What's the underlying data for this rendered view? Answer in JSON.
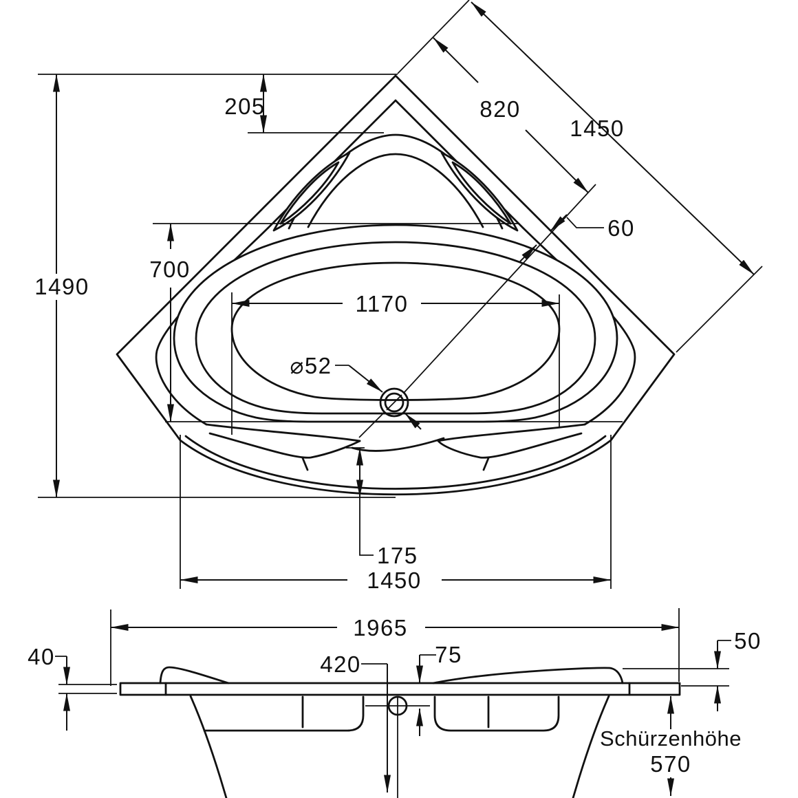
{
  "page": {
    "background": "#ffffff",
    "ink": "#111111",
    "kind": "technical dimensional drawing of corner bathtub (plan view and side elevation)"
  },
  "plan_view": {
    "dims": {
      "corner_to_backrest": "205",
      "corner_to_drain_axis": "820",
      "side_length_diagonal": "1450",
      "overall_depth": "1490",
      "basin_depth": "700",
      "basin_inner_width": "1170",
      "rim_width_diagonal": "60",
      "drain_diameter": "⌀52",
      "front_edge_offset": "175",
      "front_width": "1450"
    }
  },
  "side_view": {
    "dims": {
      "overall_length": "1965",
      "rim_thickness": "40",
      "drain_distance": "420",
      "overflow_offset": "75",
      "headrest_height": "50",
      "apron_height": "570"
    },
    "apron_label": "Schürzenhöhe"
  }
}
